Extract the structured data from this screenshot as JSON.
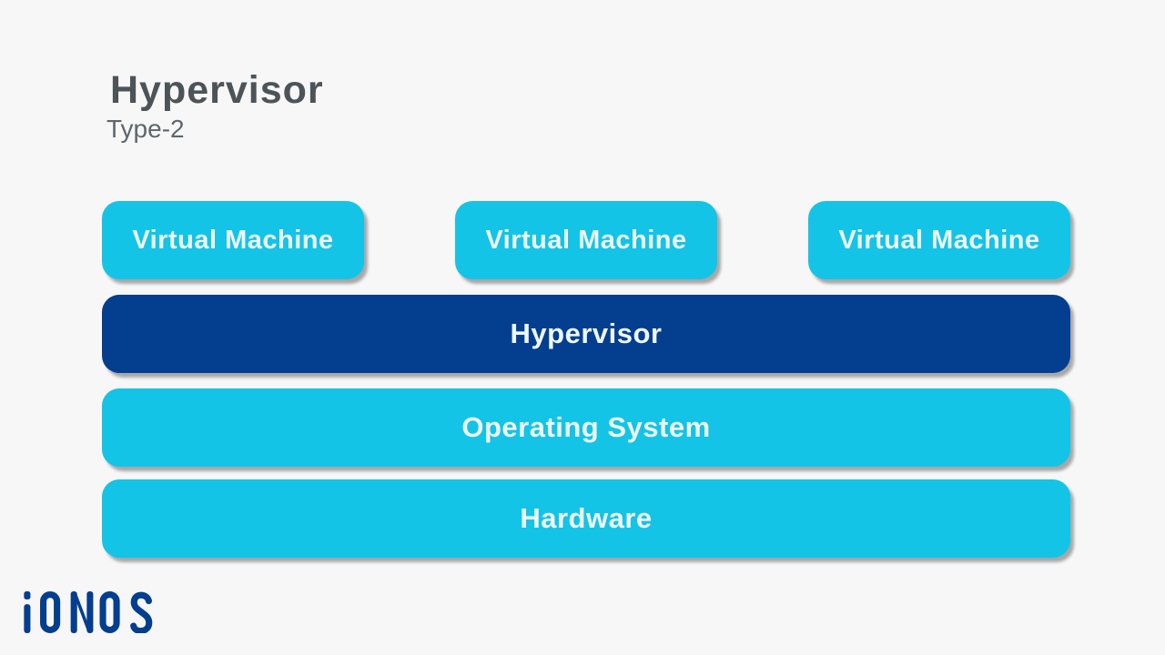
{
  "page": {
    "background": "#f7f7f8"
  },
  "header": {
    "title": "Hypervisor",
    "subtitle": "Type-2",
    "title_color": "#4c5458",
    "subtitle_color": "#5e676b"
  },
  "diagram": {
    "vm_boxes": [
      {
        "label": "Virtual Machine"
      },
      {
        "label": "Virtual Machine"
      },
      {
        "label": "Virtual Machine"
      }
    ],
    "layers": [
      {
        "label": "Hypervisor",
        "variant": "dark-blue"
      },
      {
        "label": "Operating System",
        "variant": "cyan"
      },
      {
        "label": "Hardware",
        "variant": "cyan"
      }
    ],
    "colors": {
      "cyan": "#13c4e6",
      "dark_blue": "#043e8e",
      "label_text": "#eef7f9"
    }
  },
  "branding": {
    "logo_text": "IONOS",
    "logo_color": "#043e8e"
  }
}
